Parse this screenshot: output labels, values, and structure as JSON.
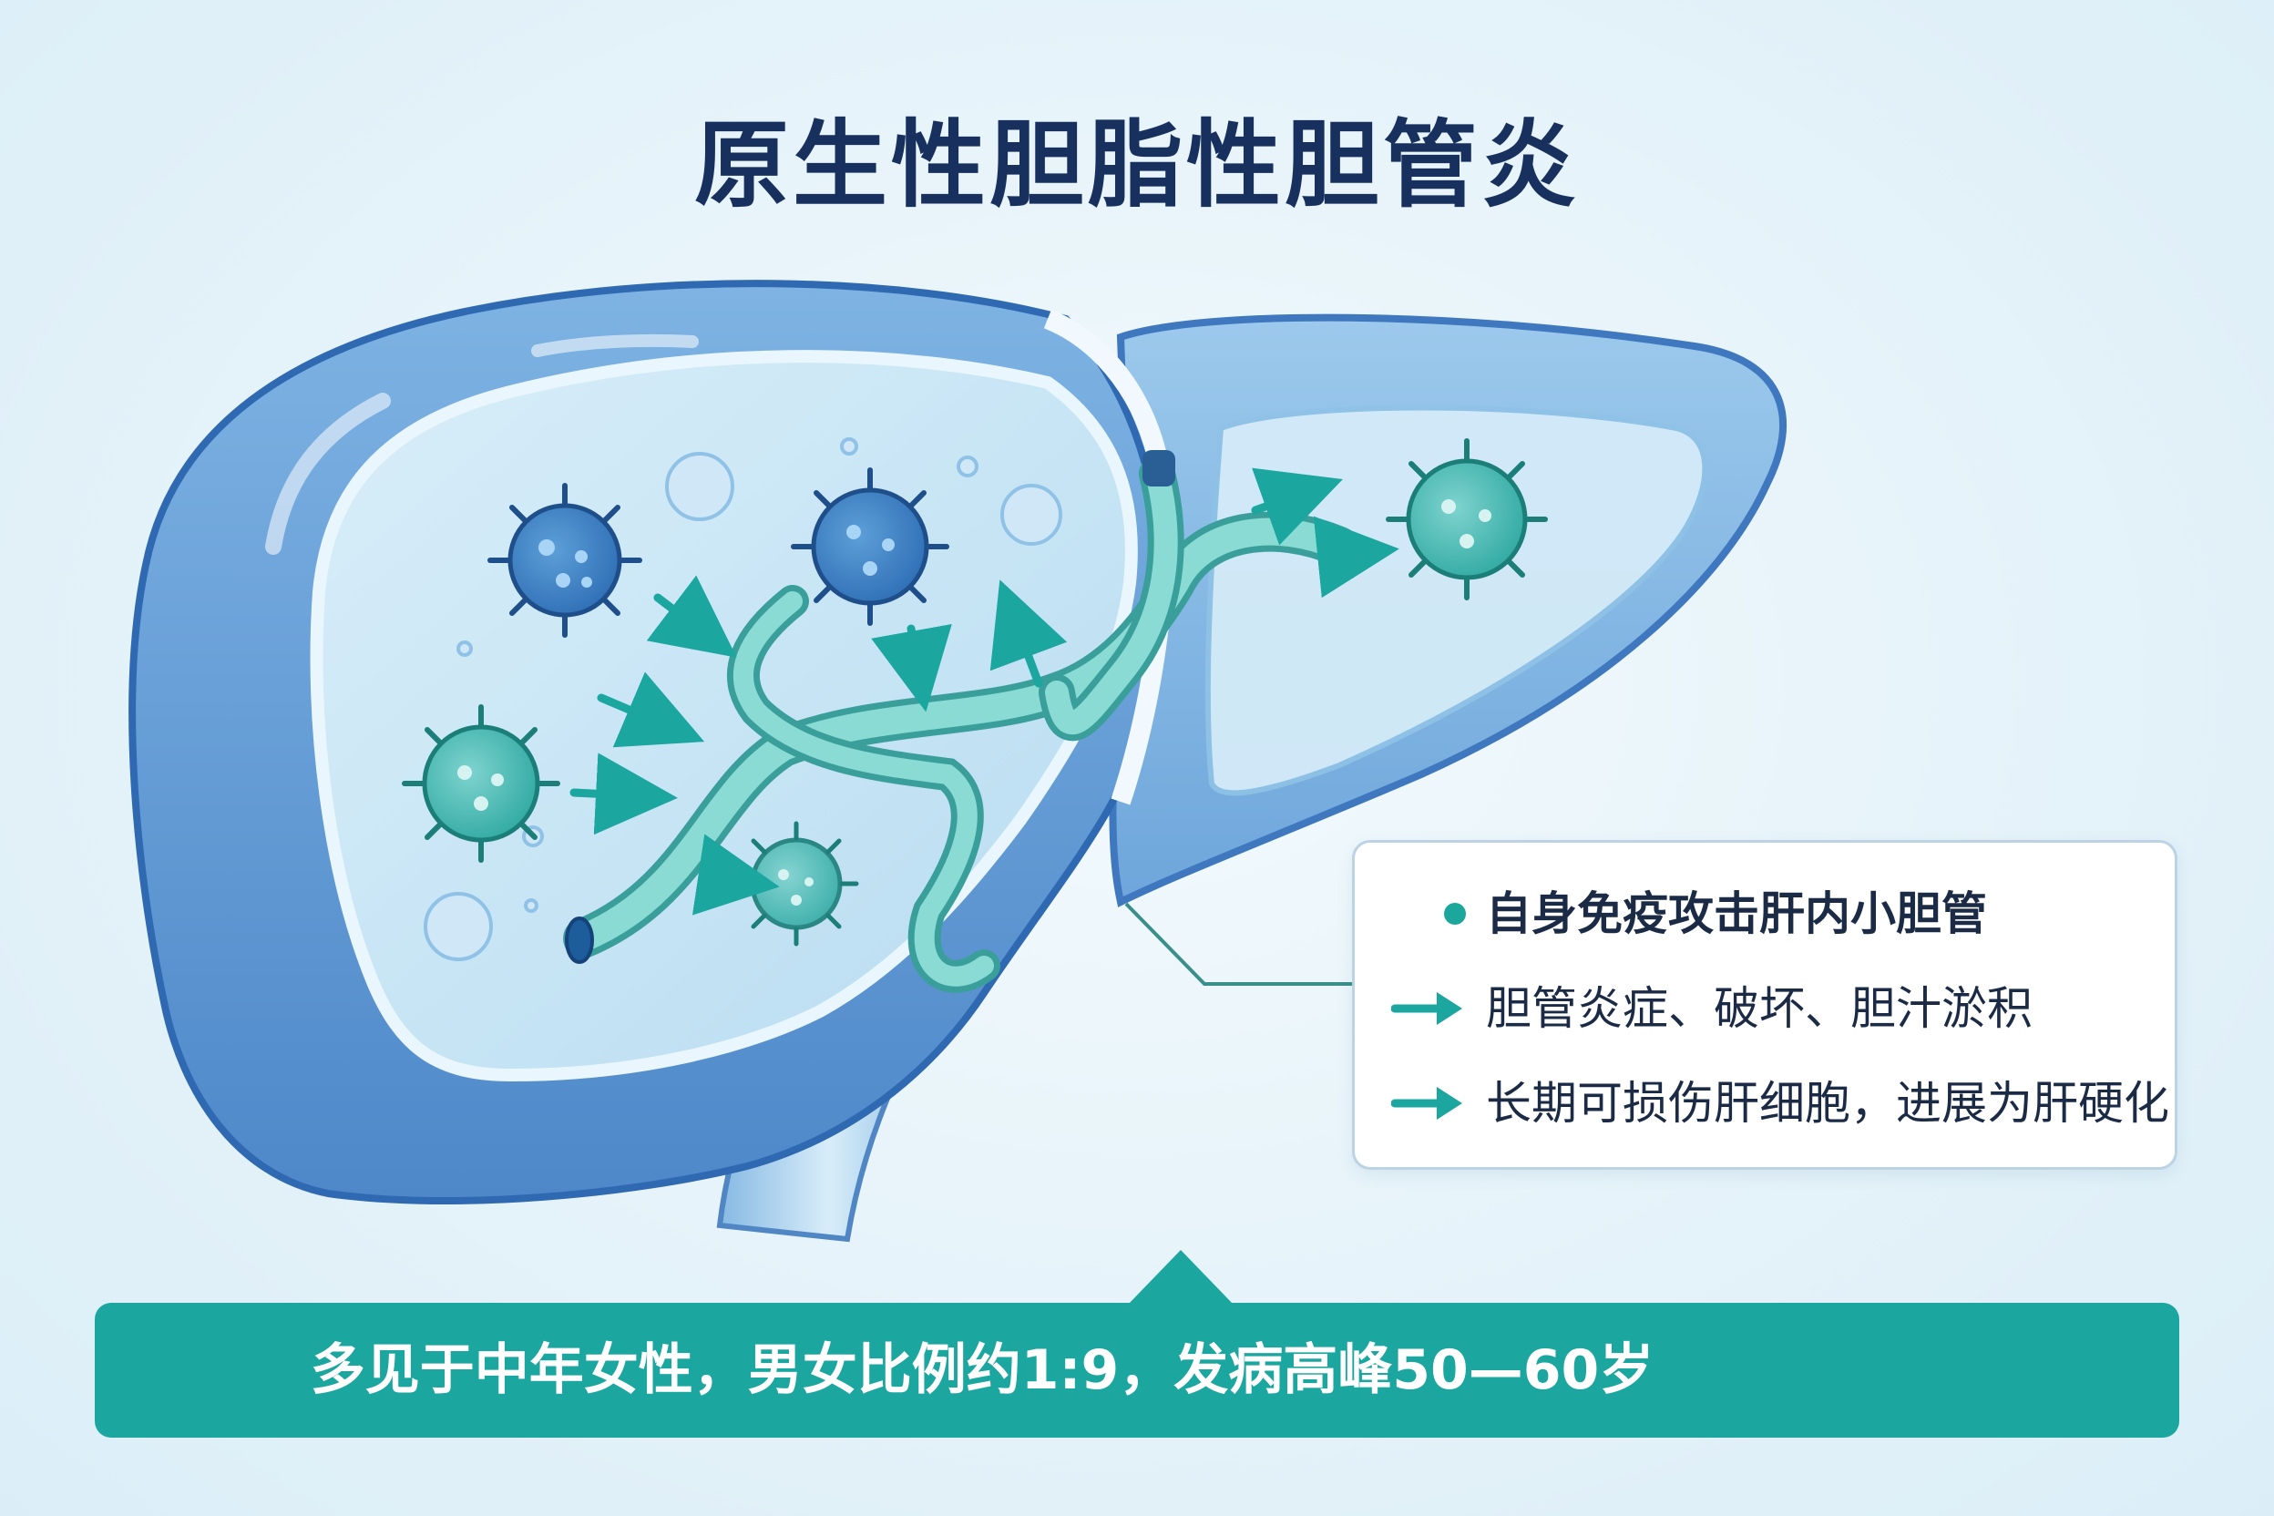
{
  "title": "原生性胆脂性胆管炎",
  "callout": {
    "items": [
      {
        "marker": "dot",
        "text": "自身免疫攻击肝内小胆管"
      },
      {
        "marker": "arrow",
        "text": "胆管炎症、破坏、胆汁淤积"
      },
      {
        "marker": "arrow",
        "text": "长期可损伤肝细胞，进展为肝硬化"
      }
    ]
  },
  "banner": {
    "text": "多见于中年女性，男女比例约1:9，发病高峰50—60岁"
  },
  "colors": {
    "title": "#17305e",
    "teal_accent": "#1ba69f",
    "liver_outer": "#5b97d4",
    "liver_inner": "#bfe0f3",
    "duct": "#5cc7c0"
  },
  "icons": [
    "immune-cell-icon",
    "arrow-right-icon",
    "bullet-dot-icon"
  ]
}
